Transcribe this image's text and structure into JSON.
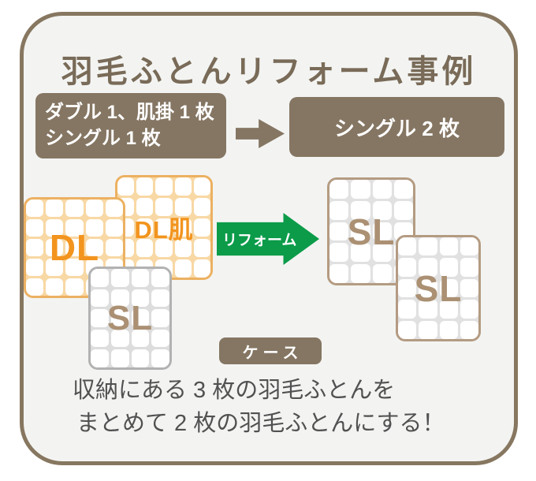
{
  "diagram": {
    "title": "羽毛ふとんリフォーム事例",
    "before_box": {
      "line1": "ダブル 1、肌掛 1 枚",
      "line2": "シングル 1 枚"
    },
    "after_box": {
      "label": "シングル 2 枚"
    },
    "reform_arrow": {
      "label": "リフォーム"
    },
    "case_badge": {
      "label": "ケース"
    },
    "description": {
      "line1": "収納にある 3 枚の羽毛ふとんを",
      "line2": "まとめて 2 枚の羽毛ふとんにする！"
    },
    "futons": {
      "dl": {
        "label": "DL",
        "cols": 5,
        "rows": 5,
        "style": "orange"
      },
      "dl_hada": {
        "label": "DL肌",
        "cols": 5,
        "rows": 5,
        "style": "orange"
      },
      "sl_old": {
        "label": "SL",
        "cols": 4,
        "rows": 5,
        "style": "gray"
      },
      "sl_new_1": {
        "label": "SL",
        "cols": 4,
        "rows": 5,
        "style": "tan"
      },
      "sl_new_2": {
        "label": "SL",
        "cols": 4,
        "rows": 5,
        "style": "tan"
      }
    },
    "colors": {
      "card_border": "#877760",
      "card_background": "#f3f4f2",
      "title_text": "#796b58",
      "label_box_brown": "#857663",
      "reform_green": "#0b9b49",
      "futon_orange_border": "#ecb162",
      "futon_orange_grid": "#f8d8a4",
      "futon_orange_label": "#f2941e",
      "futon_gray_border": "#b2b2b2",
      "futon_gray_grid": "#dddddd",
      "futon_tan_border": "#b49b82",
      "futon_tan_grid": "#e1e1e1",
      "futon_sl_label": "#ab9073",
      "description_text": "#515151"
    }
  }
}
